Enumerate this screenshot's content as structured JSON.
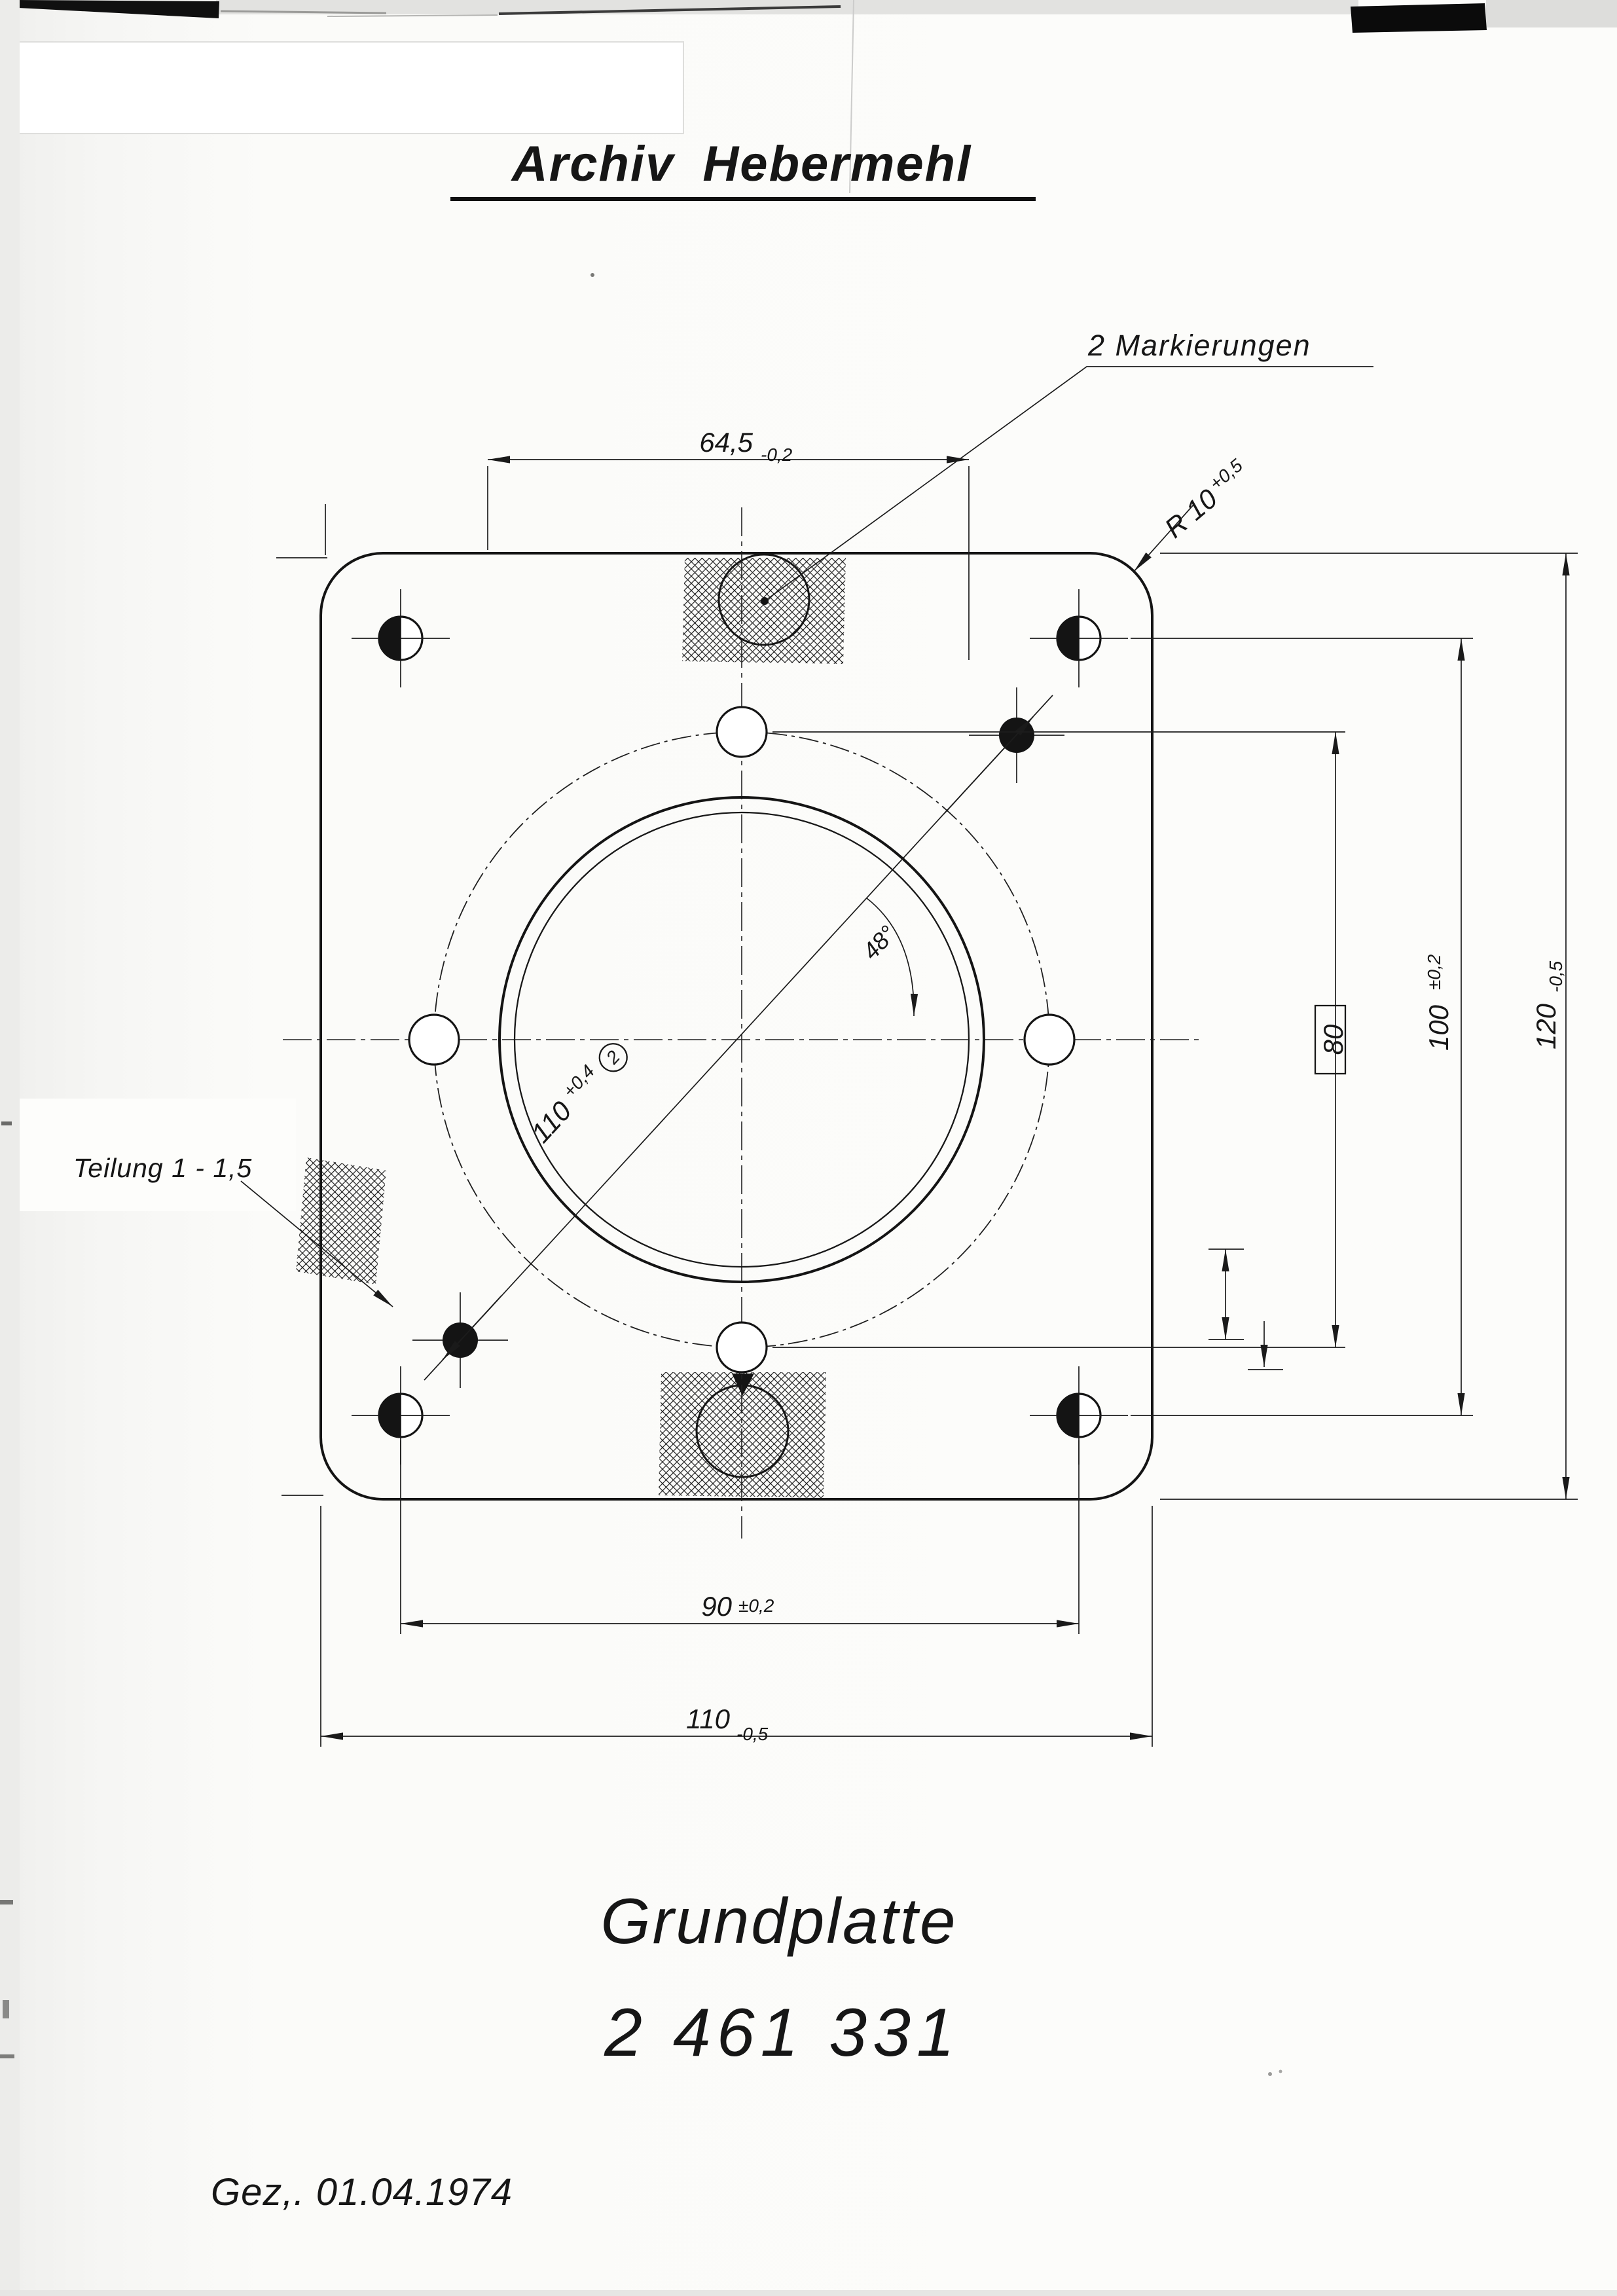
{
  "header": {
    "archive_title": "Archiv Hebermehl"
  },
  "callouts": {
    "markings": "2 Markierungen",
    "pitch": "Teilung 1 - 1,5"
  },
  "dimensions": {
    "width_top": {
      "value": "64,5",
      "tol": "-0,2"
    },
    "corner_radius": {
      "value": "R 10",
      "tol": "+0,5"
    },
    "hole_spacing_vertical": {
      "value": "100",
      "tol": "±0,2"
    },
    "plate_height": {
      "value": "120",
      "tol": "-0,5"
    },
    "bolt_span": {
      "value": "80"
    },
    "hole_spacing_horizontal": {
      "value": "90",
      "tol": "±0,2"
    },
    "plate_width": {
      "value": "110",
      "tol": "-0,5"
    },
    "diagonal": {
      "value": "110",
      "tol": "+0,4",
      "flag": "2"
    },
    "angle": {
      "value": "48°"
    }
  },
  "title_block": {
    "part_name": "Grundplatte",
    "part_number": "2 461 331",
    "signature": "Gez,. 01.04.1974"
  }
}
